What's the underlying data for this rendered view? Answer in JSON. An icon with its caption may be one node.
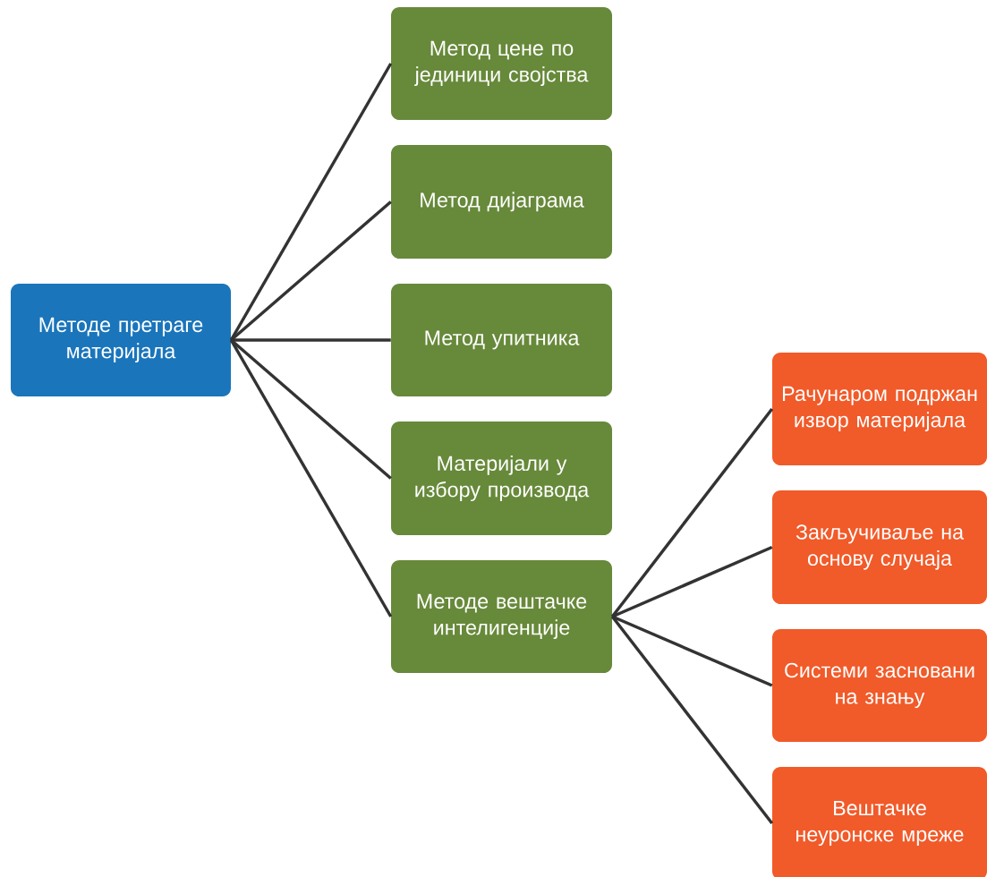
{
  "diagram": {
    "nodes": [
      {
        "text": [
          "Методе претраге материјала"
        ]
      },
      {
        "text": [
          "Метод цене по јединици својства"
        ]
      },
      {
        "text": [
          "Метод дијаграма"
        ]
      },
      {
        "text": [
          "Метод упитника"
        ]
      },
      {
        "text": [
          "Материјали у избору производа"
        ]
      },
      {
        "text": [
          "Методе вештачке интелигенције"
        ]
      },
      {
        "text": [
          "Рачунаром подржан извор материјала"
        ]
      },
      {
        "text": [
          "Закључиваље на основу случаја"
        ]
      },
      {
        "text": [
          "Системи засновани на знању"
        ]
      },
      {
        "text": [
          "Вештачке неуронске мреже"
        ]
      }
    ],
    "edges": [
      {
        "from": 0,
        "to": 1,
        "arrow": "none"
      },
      {
        "from": 0,
        "to": 2,
        "arrow": "none"
      },
      {
        "from": 0,
        "to": 3,
        "arrow": "none"
      },
      {
        "from": 0,
        "to": 4,
        "arrow": "none"
      },
      {
        "from": 0,
        "to": 5,
        "arrow": "none"
      },
      {
        "from": 5,
        "to": 6,
        "arrow": "none"
      },
      {
        "from": 5,
        "to": 7,
        "arrow": "none"
      },
      {
        "from": 5,
        "to": 8,
        "arrow": "none"
      },
      {
        "from": 5,
        "to": 9,
        "arrow": "none"
      }
    ]
  }
}
